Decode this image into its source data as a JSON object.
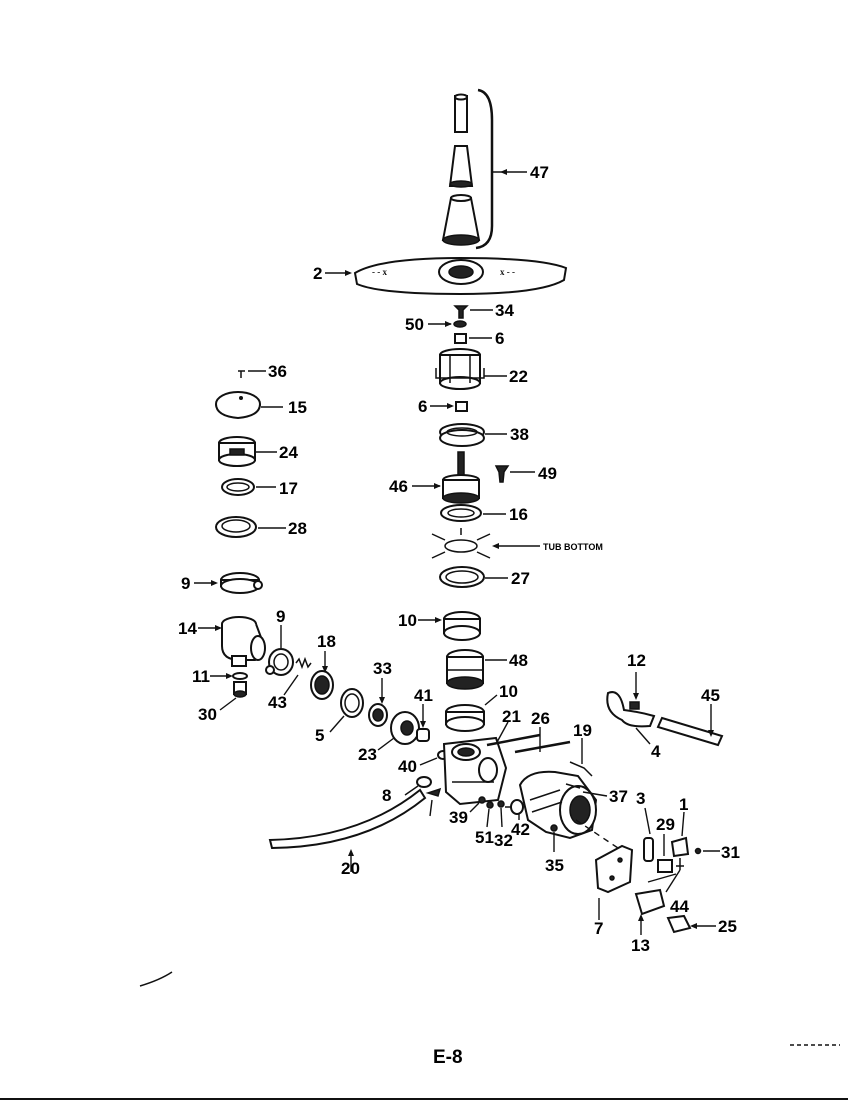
{
  "page_number": "E-8",
  "callouts": {
    "c47": "47",
    "c2": "2",
    "c34": "34",
    "c50": "50",
    "c6a": "6",
    "c22": "22",
    "c36": "36",
    "c15": "15",
    "c6b": "6",
    "c38": "38",
    "c24": "24",
    "c49": "49",
    "c17": "17",
    "c46": "46",
    "c16": "16",
    "c28": "28",
    "c27": "27",
    "c9a": "9",
    "c10a": "10",
    "c14": "14",
    "c9b": "9",
    "c18": "18",
    "c48": "48",
    "c12": "12",
    "c45": "45",
    "c11": "11",
    "c33": "33",
    "c41": "41",
    "c10b": "10",
    "c21": "21",
    "c26": "26",
    "c43": "43",
    "c30": "30",
    "c19": "19",
    "c5": "5",
    "c23": "23",
    "c40": "40",
    "c4": "4",
    "c8": "8",
    "c37": "37",
    "c3": "3",
    "c1": "1",
    "c39": "39",
    "c42": "42",
    "c29": "29",
    "c51": "51",
    "c32": "32",
    "c31": "31",
    "c20": "20",
    "c35": "35",
    "c44": "44",
    "c7": "7",
    "c13": "13",
    "c25": "25"
  },
  "tub_bottom_label": "TUB BOTTOM"
}
